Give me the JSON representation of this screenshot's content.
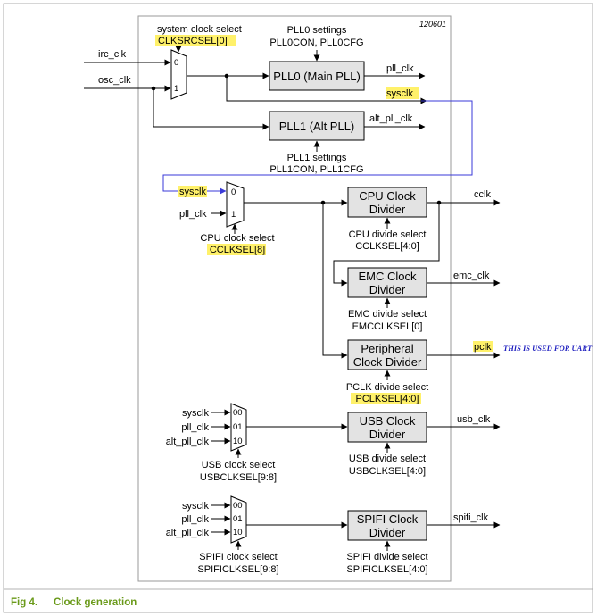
{
  "figure_id": "120601",
  "caption": {
    "number": "Fig 4.",
    "title": "Clock generation"
  },
  "signals": {
    "irc_clk": "irc_clk",
    "osc_clk": "osc_clk",
    "pll_clk": "pll_clk",
    "sysclk": "sysclk",
    "alt_pll_clk": "alt_pll_clk",
    "cclk": "cclk",
    "emc_clk": "emc_clk",
    "pclk": "pclk",
    "usb_clk": "usb_clk",
    "spifi_clk": "spifi_clk"
  },
  "mux_inputs": {
    "in0": "0",
    "in1": "1",
    "in00": "00",
    "in01": "01",
    "in10": "10"
  },
  "system_clock_select": {
    "label": "system clock select",
    "reg": "CLKSRCSEL[0]"
  },
  "pll0": {
    "label": "PLL0 (Main PLL)",
    "settings_title": "PLL0 settings",
    "settings_regs": "PLL0CON, PLL0CFG"
  },
  "pll1": {
    "label": "PLL1 (Alt PLL)",
    "settings_title": "PLL1 settings",
    "settings_regs": "PLL1CON, PLL1CFG"
  },
  "cpu_clock_select": {
    "label": "CPU clock select",
    "reg": "CCLKSEL[8]"
  },
  "cpu_divider": {
    "line1": "CPU Clock",
    "line2": "Divider",
    "select_label": "CPU divide select",
    "select_reg": "CCLKSEL[4:0]"
  },
  "emc_divider": {
    "line1": "EMC Clock",
    "line2": "Divider",
    "select_label": "EMC divide select",
    "select_reg": "EMCCLKSEL[0]"
  },
  "peripheral_divider": {
    "line1": "Peripheral",
    "line2": "Clock Divider",
    "select_label": "PCLK divide select",
    "select_reg": "PCLKSEL[4:0]"
  },
  "uart_note": "THIS IS USED FOR UART",
  "usb_clock_select": {
    "label": "USB clock select",
    "reg": "USBCLKSEL[9:8]"
  },
  "usb_divider": {
    "line1": "USB Clock",
    "line2": "Divider",
    "select_label": "USB divide select",
    "select_reg": "USBCLKSEL[4:0]"
  },
  "spifi_clock_select": {
    "label": "SPIFI clock select",
    "reg": "SPIFICLKSEL[9:8]"
  },
  "spifi_divider": {
    "line1": "SPIFI Clock",
    "line2": "Divider",
    "select_label": "SPIFI divide select",
    "select_reg": "SPIFICLKSEL[4:0]"
  },
  "colors": {
    "highlight": "#fff16a",
    "annotation_line": "#3a3ad8",
    "caption": "#6a9a1a",
    "note": "#1f1fbf"
  }
}
